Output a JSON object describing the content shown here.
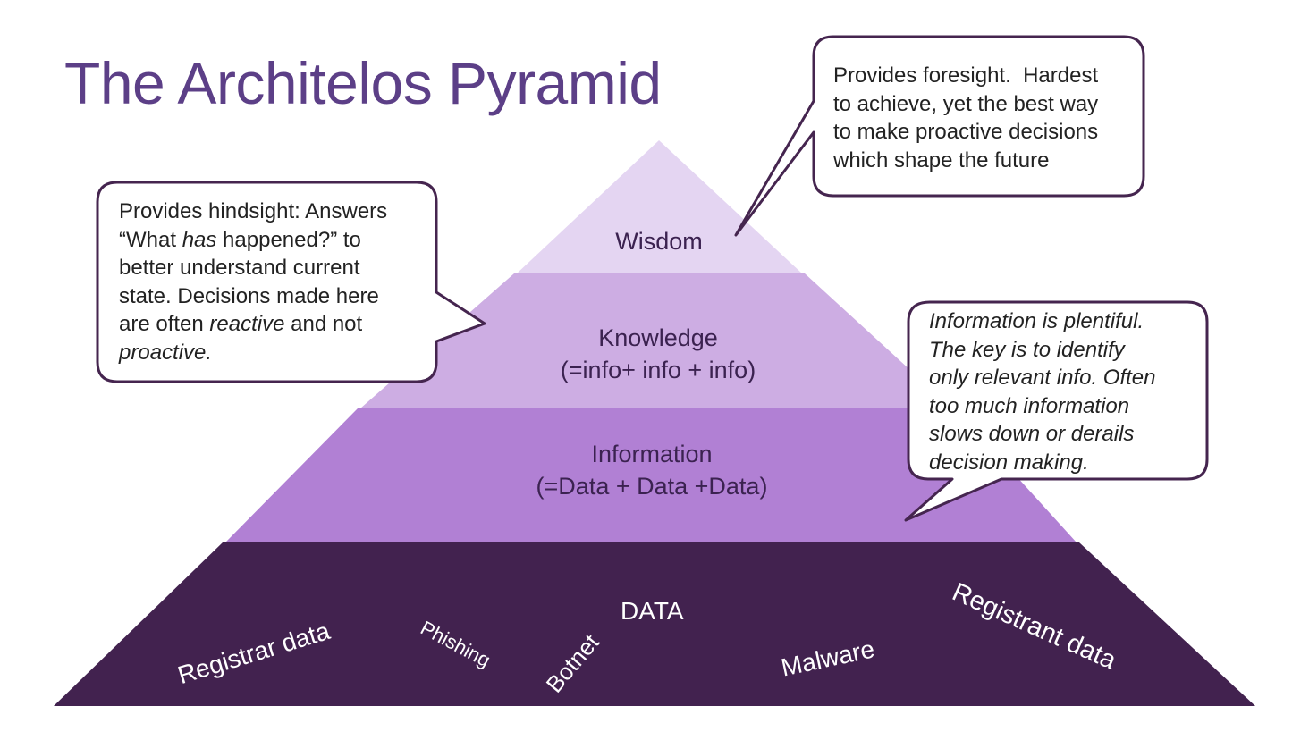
{
  "title": "The Architelos Pyramid",
  "levels": {
    "wisdom": {
      "label": "Wisdom"
    },
    "knowledge": {
      "label": "Knowledge",
      "sublabel": "(=info+ info + info)"
    },
    "information": {
      "label": "Information",
      "sublabel": "(=Data + Data +Data)"
    },
    "data": {
      "label": "DATA",
      "items": {
        "registrar": "Registrar data",
        "phishing": "Phishing",
        "botnet": "Botnet",
        "malware": "Malware",
        "registrant": "Registrant data"
      }
    }
  },
  "callouts": {
    "hindsight": {
      "l1": "Provides hindsight: Answers",
      "l2a": "“What ",
      "l2b": "has",
      "l2c": " happened?” to",
      "l3": "better understand current",
      "l4": "state. Decisions made here",
      "l5a": "are often ",
      "l5b": "reactive",
      "l5c": " and not",
      "l6": "proactive."
    },
    "foresight": {
      "l1": "Provides foresight.  Hardest",
      "l2": "to achieve, yet the best way",
      "l3": "to make proactive decisions",
      "l4": "which shape the future"
    },
    "information": {
      "l1": "Information is plentiful.",
      "l2": "The key is to identify",
      "l3": "only relevant info. Often",
      "l4": "too much information",
      "l5": "slows down or derails",
      "l6": "decision making."
    }
  },
  "colors": {
    "title": "#5c3f87",
    "wisdom": "#e4d5f2",
    "knowledge": "#cdade3",
    "information": "#b180d4",
    "data": "#42224f",
    "callout_border": "#45254f"
  }
}
